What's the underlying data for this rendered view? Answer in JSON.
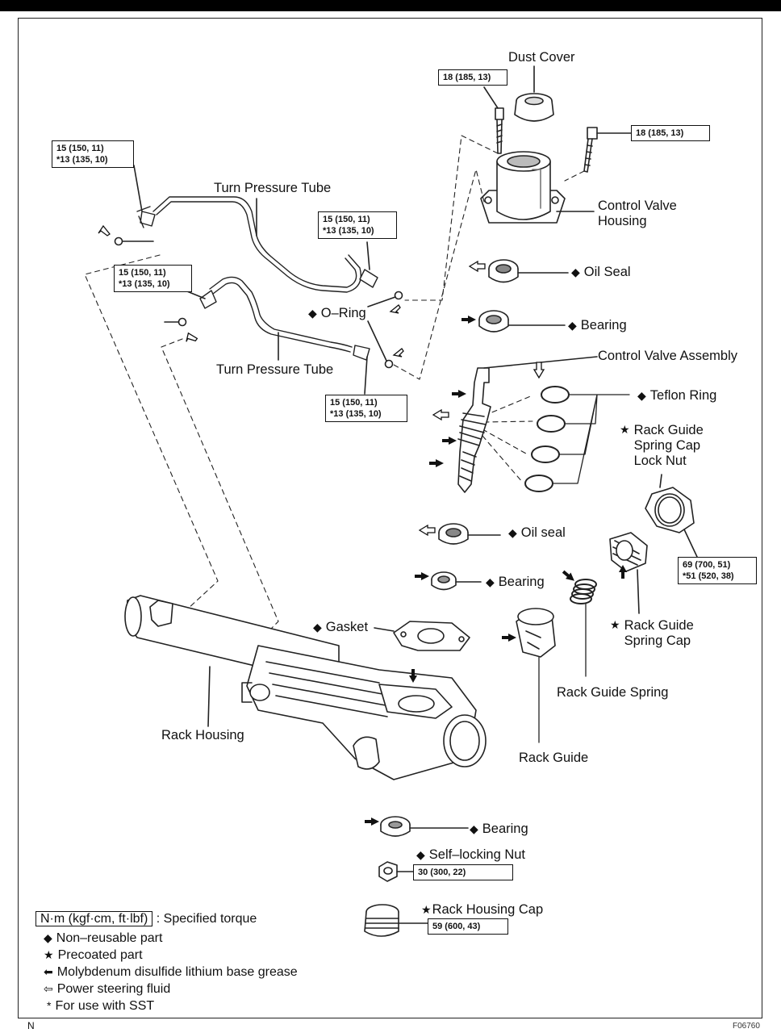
{
  "legend": {
    "torque_box": "N·m (kgf·cm, ft·lbf)",
    "torque_text": ": Specified torque",
    "items": [
      {
        "symbol": "◆",
        "icon": "diamond-icon",
        "text": "Non–reusable part"
      },
      {
        "symbol": "★",
        "icon": "star-icon",
        "text": "Precoated part"
      },
      {
        "symbol": "⬅",
        "icon": "solid-arrow-icon",
        "text": "Molybdenum disulfide lithium base grease"
      },
      {
        "symbol": "⇦",
        "icon": "hollow-arrow-icon",
        "text": "Power steering fluid"
      },
      {
        "symbol": "*",
        "icon": "asterisk-icon",
        "text": "For use with SST"
      }
    ]
  },
  "footer": {
    "left": "N",
    "right": "F06760"
  },
  "labels": {
    "dust_cover": "Dust Cover",
    "control_valve_housing": "Control Valve\nHousing",
    "turn_pressure_tube_top": "Turn Pressure Tube",
    "turn_pressure_tube_bottom": "Turn Pressure Tube",
    "o_ring": "O–Ring",
    "oil_seal_top": "Oil Seal",
    "bearing_top": "Bearing",
    "control_valve_assembly": "Control Valve Assembly",
    "teflon_ring": "Teflon Ring",
    "rack_guide_spring_cap_lock_nut": "Rack Guide\nSpring Cap\nLock Nut",
    "oil_seal_mid": "Oil seal",
    "bearing_mid": "Bearing",
    "gasket": "Gasket",
    "rack_guide_spring_cap": "Rack Guide\nSpring Cap",
    "rack_guide_spring": "Rack Guide Spring",
    "rack_housing": "Rack Housing",
    "rack_guide": "Rack Guide",
    "bearing_bottom": "Bearing",
    "self_locking_nut": "Self–locking Nut",
    "rack_housing_cap": "Rack Housing Cap"
  },
  "torques": {
    "dust_cover_bolt": "18 (185, 13)",
    "housing_bolt": "18 (185, 13)",
    "tube1_upper_end": "15 (150, 11)\n*13 (135, 10)",
    "tube1_valve_end": "15 (150, 11)\n*13 (135, 10)",
    "tube2_upper_end": "15 (150, 11)\n*13 (135, 10)",
    "tube2_valve_end": "15 (150, 11)\n*13 (135, 10)",
    "lock_nut": "69 (700, 51)\n*51 (520, 38)",
    "self_locking_nut": "30 (300, 22)",
    "rack_housing_cap": "59 (600, 43)"
  }
}
